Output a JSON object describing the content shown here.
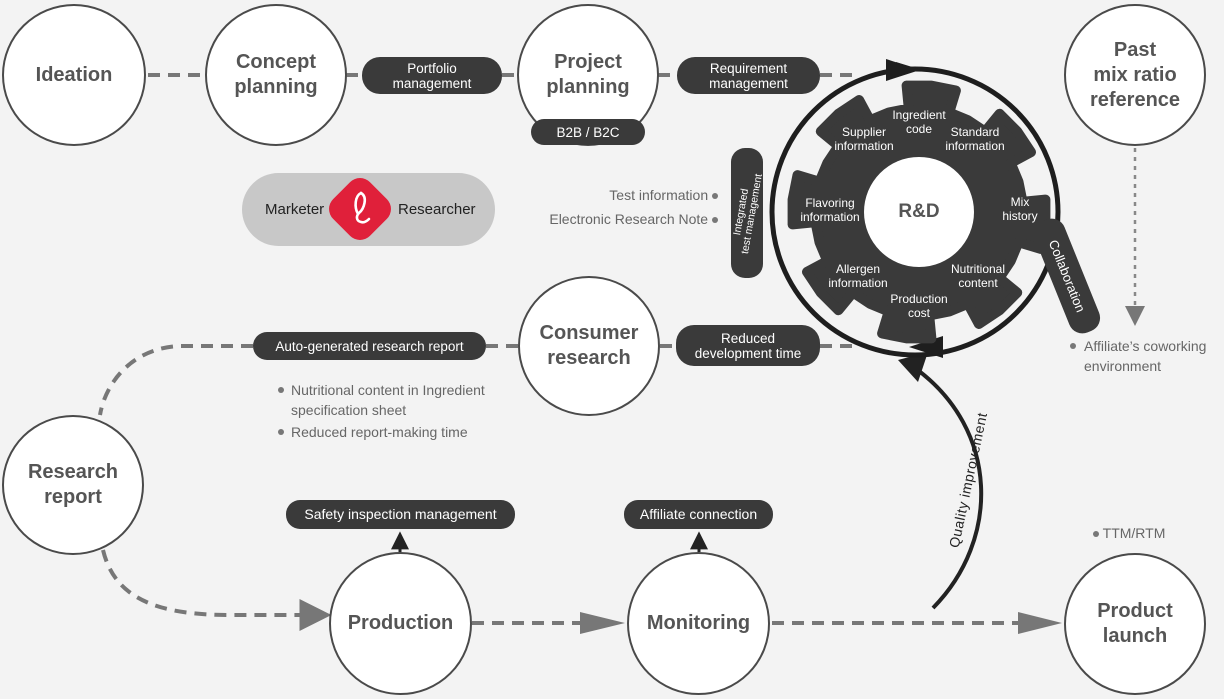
{
  "nodes": {
    "ideation": "Ideation",
    "concept_planning": "Concept\nplanning",
    "project_planning": "Project\nplanning",
    "past_mix_ratio": "Past\nmix ratio\nreference",
    "consumer_research": "Consumer\nresearch",
    "research_report": "Research\nreport",
    "production": "Production",
    "monitoring": "Monitoring",
    "product_launch": "Product\nlaunch"
  },
  "pills": {
    "portfolio_management": "Portfolio\nmanagement",
    "requirement_management": "Requirement\nmanagement",
    "b2b_b2c": "B2B / B2C",
    "auto_report": "Auto-generated research report",
    "reduced_dev_time": "Reduced\ndevelopment time",
    "safety_inspection": "Safety inspection management",
    "affiliate_connection": "Affiliate connection",
    "integrated_test": "Integrated\ntest management",
    "collaboration": "Collaboration"
  },
  "roles": {
    "marketer": "Marketer",
    "researcher": "Researcher"
  },
  "gear": {
    "center": "R&D",
    "ingredient_code": "Ingredient\ncode",
    "standard_info": "Standard\ninformation",
    "mix_history": "Mix\nhistory",
    "nutritional_content": "Nutritional\ncontent",
    "production_cost": "Production\ncost",
    "allergen_info": "Allergen\ninformation",
    "flavoring_info": "Flavoring\ninformation",
    "supplier_info": "Supplier\ninformation"
  },
  "notes": {
    "test_information": "Test information",
    "electronic_research_note": "Electronic Research Note",
    "nutritional_spec": "Nutritional content in Ingredient\nspecification sheet",
    "reduced_report_time": "Reduced report-making time",
    "affiliate_coworking": "Affiliate’s coworking\nenvironment",
    "ttm_rtm": "TTM/RTM"
  },
  "quality_improvement": "Quality improvement",
  "colors": {
    "background": "#f3f3f3",
    "dark": "#3a3a3a",
    "logo_red": "#e0203a",
    "role_box": "#c8c8c8",
    "dashed": "#777777"
  }
}
